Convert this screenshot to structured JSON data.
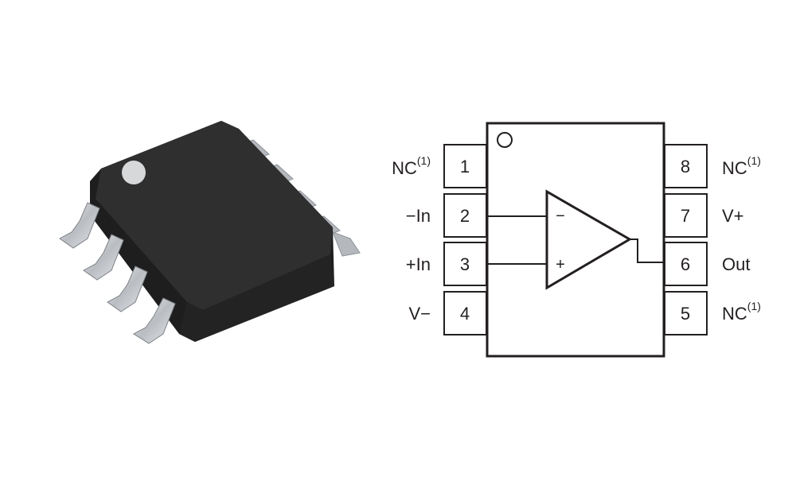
{
  "package_image": {
    "name": "SOIC-8 package render",
    "pin1_marker": "dot"
  },
  "pinout": {
    "amp_symbol": {
      "inverting": "−",
      "noninverting": "+"
    },
    "left_pins": [
      {
        "number": "1",
        "label": "NC",
        "note": "(1)"
      },
      {
        "number": "2",
        "label": "−In",
        "note": ""
      },
      {
        "number": "3",
        "label": "+In",
        "note": ""
      },
      {
        "number": "4",
        "label": "V−",
        "note": ""
      }
    ],
    "right_pins": [
      {
        "number": "8",
        "label": "NC",
        "note": "(1)"
      },
      {
        "number": "7",
        "label": "V+",
        "note": ""
      },
      {
        "number": "6",
        "label": "Out",
        "note": ""
      },
      {
        "number": "5",
        "label": "NC",
        "note": "(1)"
      }
    ]
  },
  "colors": {
    "line": "#231f20",
    "body": "#2b2b2b",
    "lead": "#c8ccd0"
  }
}
